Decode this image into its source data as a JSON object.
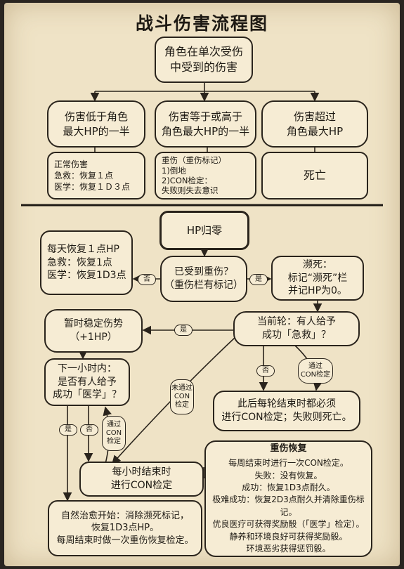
{
  "title": "战斗伤害流程图",
  "top": {
    "start": "角色在单次受伤\n中受到的伤害",
    "branch_low": "伤害低于角色\n最大HP的一半",
    "branch_equal": "伤害等于或高于\n角色最大HP的一半",
    "branch_exceed": "伤害超过\n角色最大HP",
    "result_low": "正常伤害\n急救：恢复１点\n医学：恢复１Ｄ３点",
    "result_equal": "重伤（重伤标记）\n1)倒地\n2)CON检定：\n失败则失去意识",
    "result_exceed": "死亡"
  },
  "bottom": {
    "hp_zero": "HP归零",
    "daily_recover": "每天恢复１点HP\n急救：恢复1点\n医学：恢复1D3点",
    "serious_check": "已受到重伤？\n（重伤栏有标记）",
    "dying": "濒死：\n标记“濒死”栏\n并记HP为0。",
    "stabilize": "暂时稳定伤势\n（+1HP）",
    "current_round": "当前轮：有人给予\n成功「急救」？",
    "next_hour": "下一小时内：\n是否有人给予\n成功「医学」？",
    "after_round": "此后每轮结束时都必须\n进行CON检定；失败则死亡。",
    "hourly_check": "每小时结束时\n进行CON检定",
    "natural_heal": "自然治愈开始：消除濒死标记，\n恢复1D3点HP。\n每周结束时做一次重伤恢复检定。",
    "recovery_title": "重伤恢复",
    "recovery_body": "每周结束时进行一次CON检定。\n失败：没有恢复。\n成功：恢复1D3点耐久。\n极难成功：恢复2D3点耐久并清除重伤标记。\n优良医疗可获得奖励骰（「医学」检定）。\n静养和环境良好可获得奖励骰。\n环境恶劣获得惩罚骰。"
  },
  "labels": {
    "no_1": "否",
    "yes_1": "是",
    "yes_2": "是",
    "no_2": "否",
    "pass_con_1": "通过\nCON检定",
    "fail_con": "未通过\nCON\n检定",
    "yes_3": "是",
    "no_3": "否",
    "pass_con_2": "通过\nCON\n检定"
  }
}
